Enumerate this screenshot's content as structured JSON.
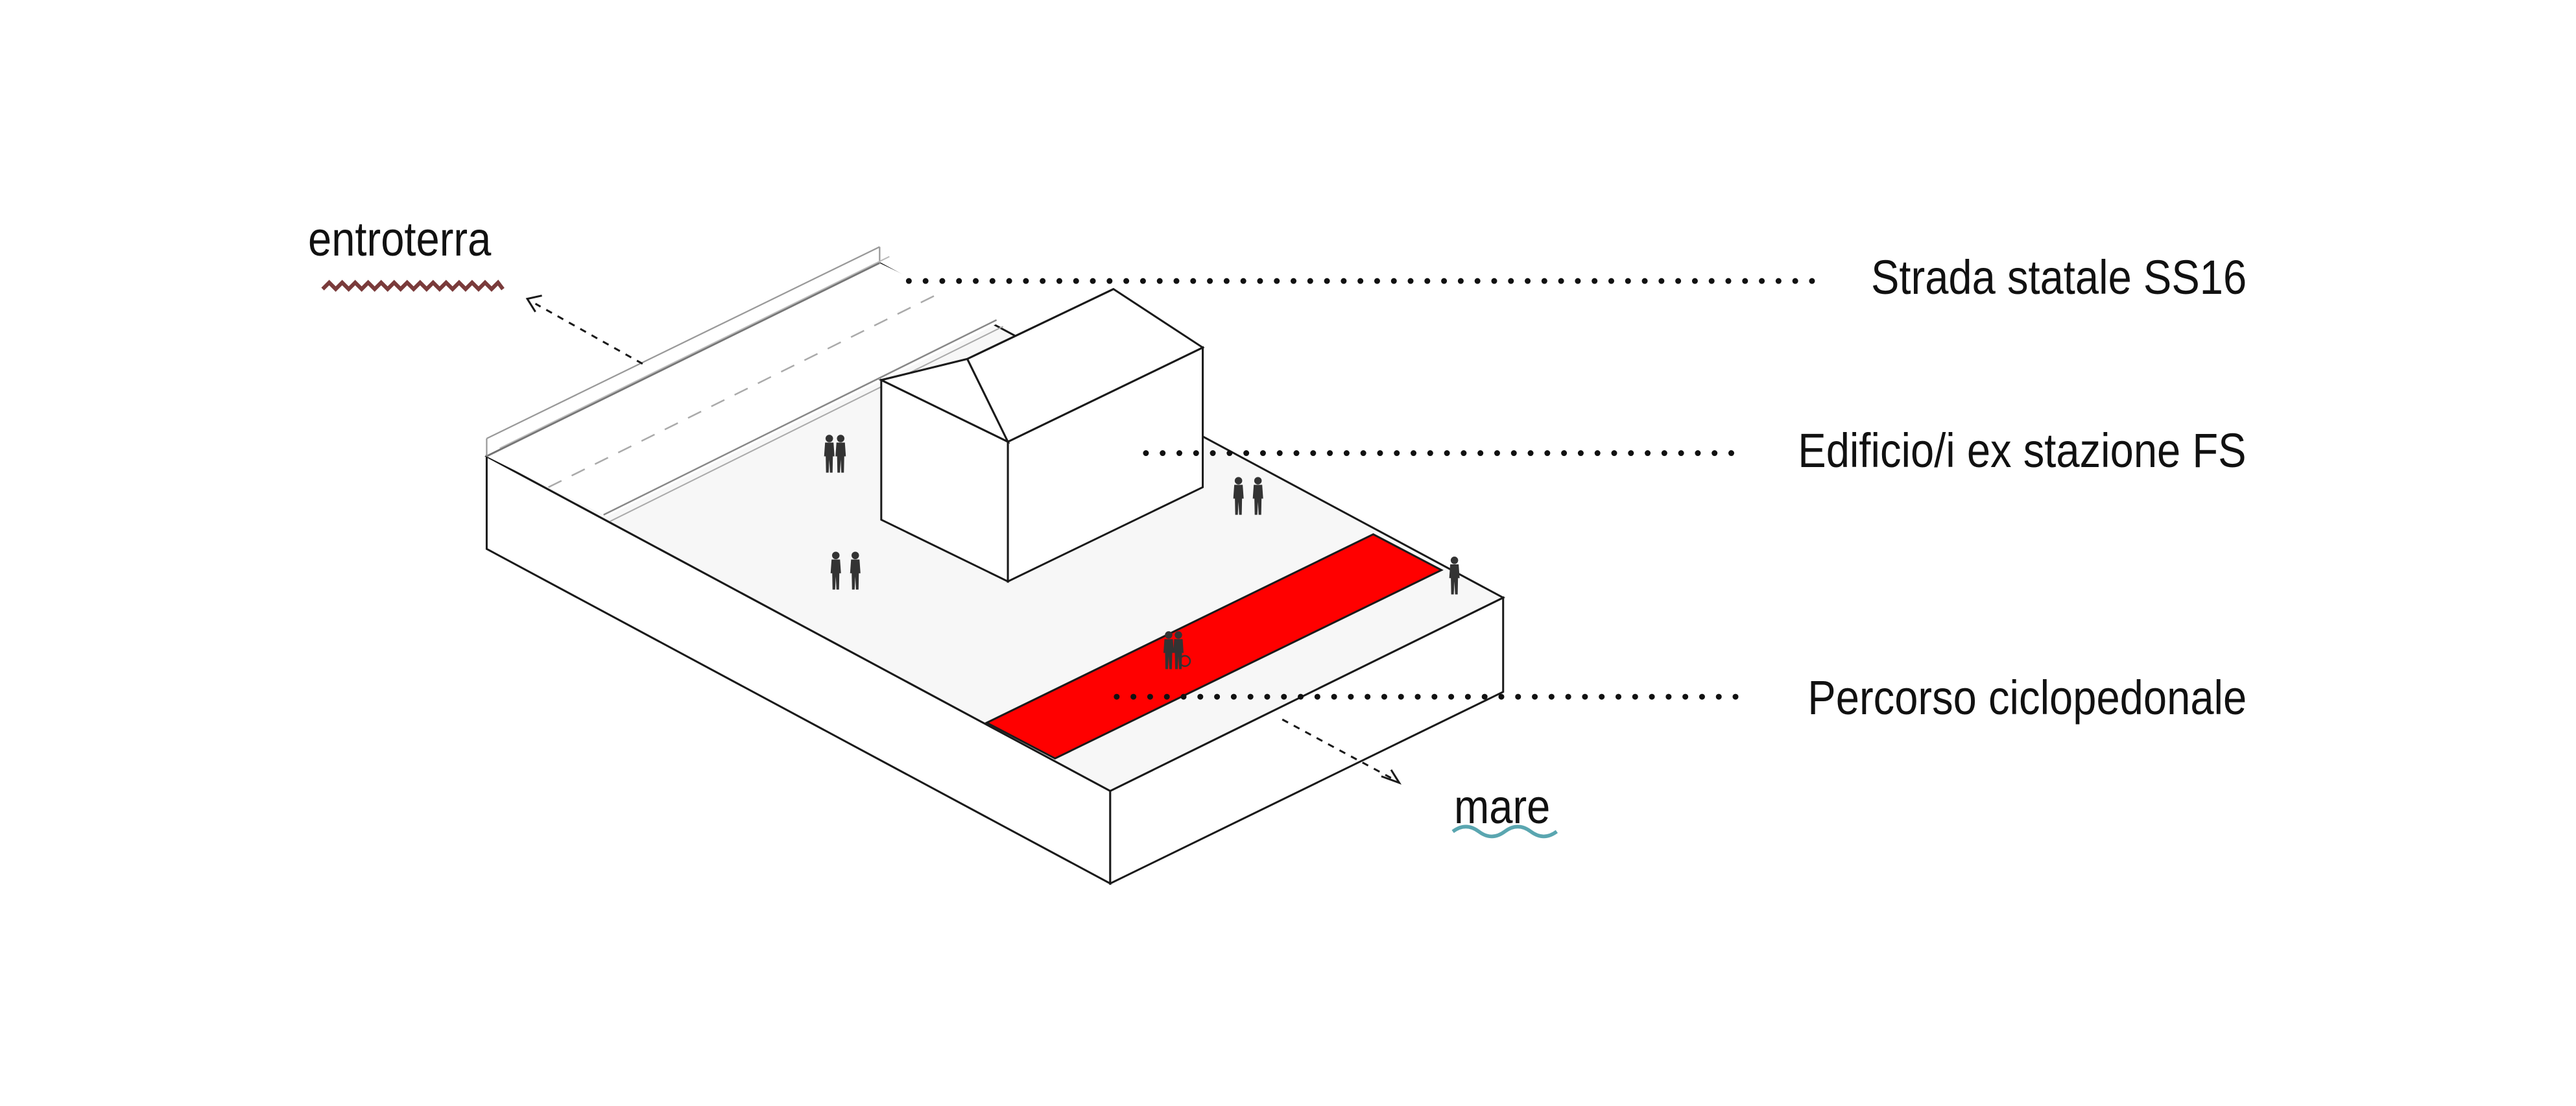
{
  "labels": {
    "inland": "entroterra",
    "sea": "mare",
    "road": "Strada statale SS16",
    "building": "Edificio/i ex stazione FS",
    "cycle_path": "Percorso ciclopedonale"
  },
  "colors": {
    "cycle_path": "#ff0000",
    "inland_wave": "#7a3b3b",
    "sea_wave": "#5aa6b0",
    "outline": "#1a1a1a",
    "people": "#333333"
  }
}
